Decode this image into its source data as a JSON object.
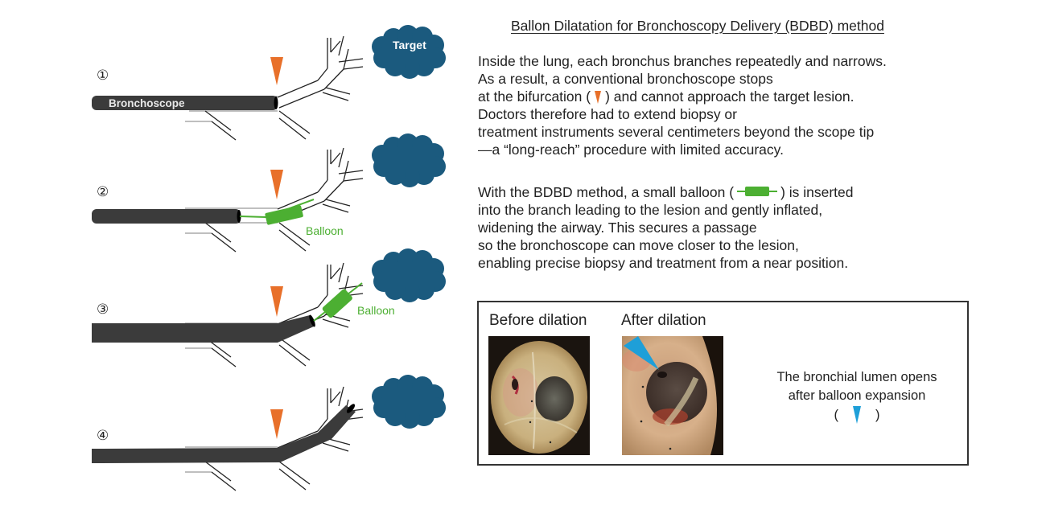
{
  "colors": {
    "bifurcation_marker": "#e8702a",
    "balloon": "#4caf32",
    "target": "#1b5a7e",
    "scope": "#3b3b3b",
    "lumen_marker": "#1e9fd8"
  },
  "diagram": {
    "panels": [
      {
        "number": "①",
        "scope_label": "Bronchoscope",
        "target_label": "Target",
        "balloon_label": ""
      },
      {
        "number": "②",
        "scope_label": "",
        "target_label": "",
        "balloon_label": "Balloon"
      },
      {
        "number": "③",
        "scope_label": "",
        "target_label": "",
        "balloon_label": "Balloon"
      },
      {
        "number": "④",
        "scope_label": "",
        "target_label": "",
        "balloon_label": ""
      }
    ]
  },
  "text": {
    "title": "Ballon Dilatation for Bronchoscopy Delivery (BDBD) method",
    "para1": {
      "line1": "Inside the lung, each bronchus branches repeatedly and narrows.",
      "line2": "As a result, a conventional bronchoscope stops",
      "line3_before": "at the bifurcation (",
      "line3_after": ") and cannot approach the target lesion.",
      "line4": "Doctors therefore had to extend biopsy or",
      "line5": "treatment instruments several centimeters beyond the scope tip",
      "line6": "—a “long-reach” procedure with limited accuracy."
    },
    "para2": {
      "line1_before": "With the BDBD method, a small balloon (",
      "line1_after": ") is inserted",
      "line2": "into the branch leading to the lesion and gently inflated,",
      "line3": "widening the airway. This secures a passage",
      "line4": "so the bronchoscope can move closer to the lesion,",
      "line5": "enabling precise biopsy and treatment from a near position."
    }
  },
  "photos": {
    "before_caption": "Before dilation",
    "after_caption": "After dilation",
    "note_line1": "The bronchial lumen opens",
    "note_line2": "after balloon expansion",
    "paren_open": "(",
    "paren_close": ")"
  }
}
